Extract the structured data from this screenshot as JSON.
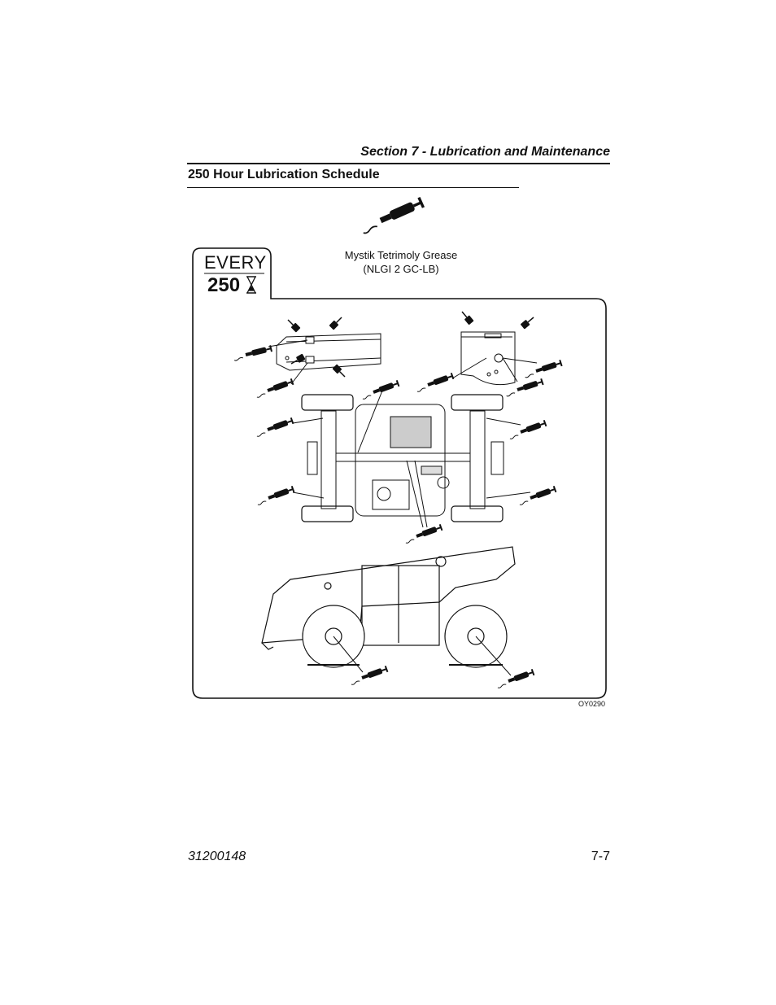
{
  "header": {
    "section_title": "Section 7 - Lubrication and Maintenance"
  },
  "page": {
    "title": "250 Hour Lubrication Schedule"
  },
  "figure": {
    "lubricant_name": "Mystik Tetrimoly Grease",
    "lubricant_spec": "(NLGI 2 GC-LB)",
    "interval_word": "EVERY",
    "interval_hours": "250",
    "interval_icon": "hourglass-icon",
    "figure_id": "OY0290"
  },
  "footer": {
    "doc_number": "31200148",
    "page_number": "7-7"
  }
}
